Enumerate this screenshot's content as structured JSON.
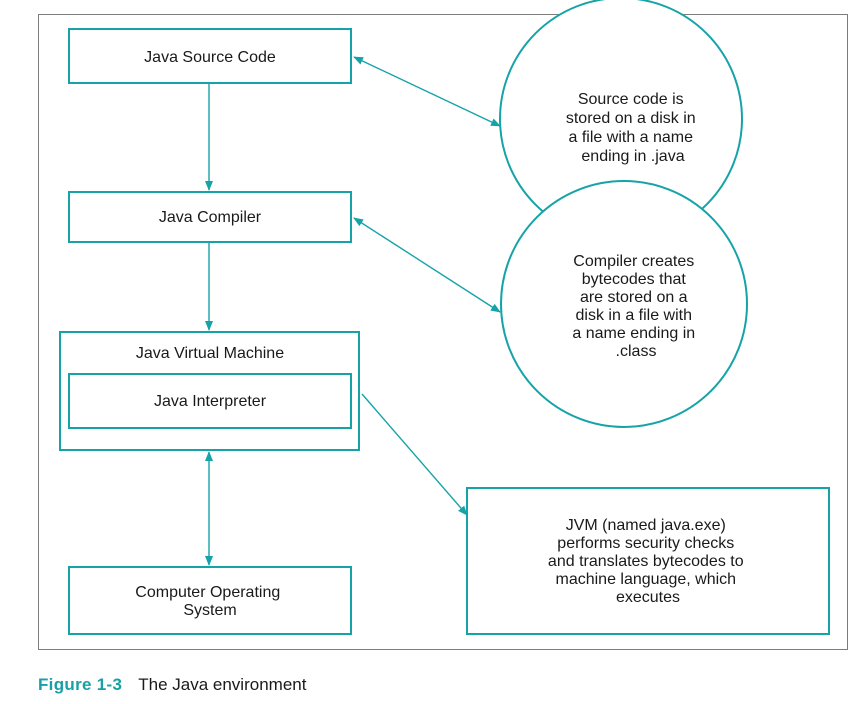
{
  "nodes": {
    "source": {
      "lines": [
        "Java Source Code"
      ]
    },
    "compiler": {
      "lines": [
        "Java Compiler"
      ]
    },
    "jvm": {
      "lines": [
        "Java Virtual Machine"
      ]
    },
    "interpreter": {
      "lines": [
        "Java Interpreter"
      ]
    },
    "os": {
      "lines": [
        "Computer Operating",
        "System"
      ]
    }
  },
  "notes": {
    "source_note": {
      "lines": [
        "Source code is",
        "stored on a disk in",
        "a file with a name",
        "ending in .java"
      ]
    },
    "compiler_note": {
      "lines": [
        "Compiler creates",
        "bytecodes that",
        "are stored on a",
        "disk in a file with",
        "a name ending in",
        ".class"
      ]
    },
    "jvm_note": {
      "lines": [
        "JVM (named java.exe)",
        "performs security checks",
        "and translates bytecodes to",
        "machine language, which",
        "executes"
      ]
    }
  },
  "caption": {
    "number": "Figure 1-3",
    "text": "The Java environment"
  },
  "colors": {
    "accent": "#16a3a8",
    "frame": "#7d7d7d",
    "text": "#1a1a1a"
  }
}
